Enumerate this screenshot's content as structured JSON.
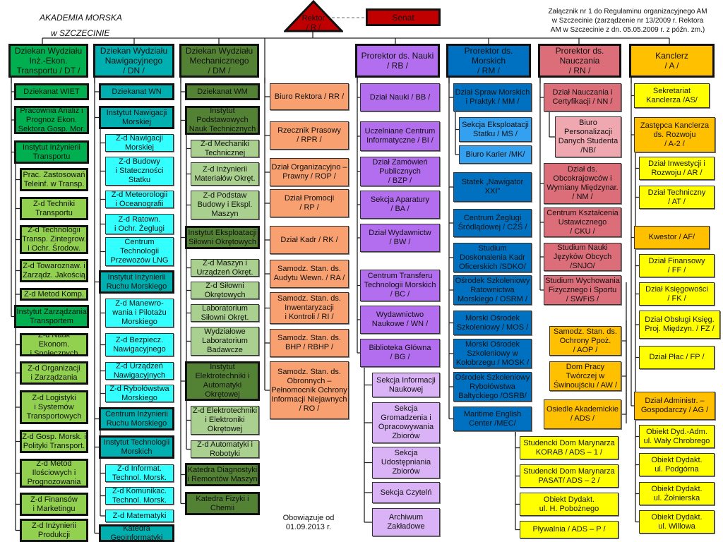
{
  "header": {
    "institution_line1": "AKADEMIA MORSKA",
    "institution_line2": "w SZCZECINIE",
    "rektor": "Rektor\n/ R /",
    "senat": "Senat",
    "note": "Załącznik nr 1 do Regulaminu organizacyjnego AM\nw Szczecinie (zarządzenie nr 13/2009 r. Rektora\nAM w Szczecinie z dn. 05.05.2009 r. z późn. zm.)"
  },
  "footer": "Obowiązuje od\n01.09.2013 r.",
  "colors": {
    "rektor": "#c00000",
    "dt": "#00b050",
    "dn": "#00b0b0",
    "dm": "#548235",
    "rr": "#f8a070",
    "rb": "#b36ef0",
    "rm": "#0070c0",
    "rn": "#dc6e7a",
    "ka": "#ffc000"
  },
  "units": [
    "Dziekan Wydziału\nInż.-Ekon.\nTransportu / DT /",
    "Dziekanat WIET",
    "Pracownia Analiz i\nPrognoz Ekon.\nSektora Gosp. Mor.",
    "Instytut Inżynierii\nTransportu",
    "Prac. Zastosowań\nTeleinf. w Transp.",
    "Z-d Techniki\nTransportu",
    "Z-d Technologii\nTransp. Zintegrow.\ni Ochr.  Środow.",
    "Z-d Towaroznaw. i\nZarządz. Jakością",
    "Z-d Metod Komp.",
    "Instytut Zarządzania\nTransportem",
    "Z-d Nauk Ekonom.\ni Społecznych",
    "Z-d Organizacji\ni Zarządzania",
    "Z-d Logistyki\ni Systemów\nTransportowych",
    "Z-d Gosp. Morsk. i\nPolityki Transport.",
    "Z-d Metod\nIlościowych i\nPrognozowania",
    "Z-d Finansów\ni Marketingu",
    "Z-d Inżynierii\nProdukcji",
    "Dziekan Wydziału\nNawigacyjnego\n/ DN /",
    "Dziekanat WN",
    "Instytut Nawigacji\nMorskiej",
    "Z-d Nawigacji\nMorskiej",
    "Z-d Budowy\ni Stateczności\nStatku",
    "Z-d Meteorologii\ni Oceanografii",
    "Z-d Ratown.\ni Ochr. Żeglugi",
    "Centrum\nTechnologii\nPrzewozów LNG",
    "Instytut Inżynierii\nRuchu Morskiego",
    "Z-d Manewro-\nwania i Pilotażu\nMorskiego",
    "Z-d Bezpiecz.\nNawigacyjnego",
    "Z-d Urządzeń\nNawigacyjnych",
    "Z-d Rybołówstwa\nMorskiego",
    "Centrum Inżynierii\nRuchu Morskiego",
    "Instytut Technologii\nMorskich",
    "Z-d Informat.\nTechnol. Morsk.",
    "Z-d Komunikac.\nTechnol. Morsk.",
    "Z-d Matematyki",
    "Katedra\nGeoinformatyki",
    "Dziekan Wydziału\nMechanicznego\n/ DM /",
    "Dziekanat WM",
    "Instytut\nPodstawowych\nNauk Technicznych",
    "Z-d Mechaniki\nTechnicznej",
    "Z-d Inżynierii\nMateriałów Okręt.",
    "Z-d Podstaw\nBudowy i Ekspl.\nMaszyn",
    "Instytut Eksploatacji\nSiłowni Okrętowych",
    "Z-d Maszyn i\nUrządzeń Okręt.",
    "Z-d Siłowni\nOkrętowych",
    "Laboratorium\nSiłowni Okręt.",
    "Wydziałowe\nLaboratorium\nBadawcze",
    "Instytut\nElektrotechniki i\nAutomatyki\nOkrętowej",
    "Z-d Elektrotechniki\ni Elektroniki\nOkrętowej",
    "Z-d Automatyki i\nRobotyki",
    "Katedra Diagnostyki\ni Remontów Maszyn",
    "Katedra Fizyki i\nChemii",
    "Biuro Rektora / RR /",
    "Rzecznik Prasowy\n/ RPR /",
    "Dział Organizacyjno –\nPrawny / ROP /",
    "Dział Promocji\n/ RP /",
    "Dział Kadr / RK /",
    "Samodz. Stan. ds.\nAudytu Wewn. / RA /",
    "Samodz. Stan. ds.\nInwentaryzacji\ni Kontroli / RI /",
    "Samodz. Stan. ds.\nBHP / RBHP /",
    "Samodz. Stan. ds.\nObronnych –\nPełnomocnik Ochrony\nInformacji Niejawnych\n/ RO /",
    "Prorektor ds. Nauki\n/ RB /",
    "Dział Nauki  / BB /",
    "Uczelniane Centrum\nInformatyczne  / BI /",
    "Dział Zamówień\nPublicznych\n/ BZP /",
    "Sekcja Aparatury\n/ BA /",
    "Dział  Wydawnictw\n/ BW /",
    "Centrum Transferu\nTechnologii Morskich\n/ BC /",
    "Wydawnictwo\nNaukowe  / WN /",
    "Biblioteka Główna\n/ BG /",
    "Sekcja Informacji\nNaukowej",
    "Sekcja\nGromadzenia i\nOpracowywania\nZbiorów",
    "Sekcja\nUdostępniania\nZbiorów",
    "Sekcja Czytelń",
    "Archiwum\nZakładowe",
    "Prorektor ds. Morskich\n/ RM /",
    "Dział Spraw Morskich\ni Praktyk / MM /",
    "Sekcja Eksploatacji\nStatku / MS /",
    "Biuro Karier /MK/",
    "Statek „Nawigator\nXXI\"",
    "Centrum Żeglugi\nŚródlądowej / CŻŚ /",
    "Studium\nDoskonalenia Kadr\nOficerskich /SDKO/",
    "Ośrodek Szkoleniowy\nRatownictwa\nMorskiego / OSRM /",
    "Morski Ośrodek\nSzkoleniowy / MOS /",
    "Morski Ośrodek\nSzkoleniowy w\nKołobrzegu / MOSK /",
    "Ośrodek Szkoleniowy\nRybołówstwa\nBałtyckiego /OSRB/",
    "Maritime English\nCenter /MEC/",
    "Prorektor ds.\nNauczania\n/ RN /",
    "Dział Nauczania i\nCertyfikacji / NN /",
    "Biuro\nPersonalizacji\nDanych Studenta\n/NB/",
    "Dział ds.\nObcokrajowców i\nWymiany Międzynar.\n/ NM /",
    "Centrum Kształcenia\nUstawicznego\n/ CKU /",
    "Studium Nauki\nJęzyków Obcych\n/SNJO/",
    "Studium Wychowania\nFizycznego i Sportu\n/ SWFiS /",
    "Kanclerz\n/ A /",
    "Sekretariat\nKanclerza /AS/",
    "Zastępca Kanclerza\nds. Rozwoju\n/ A-2 /",
    "Dział Inwestycji i\nRozwoju / AR /",
    "Dział Techniczny\n/ AT /",
    "Kwestor / AF/",
    "Dział Finansowy\n/ FF /",
    "Dział Księgowości\n/ FK /",
    "Dział Obsługi Księg.\nProj. Międzyn. / FZ /",
    "Dział Płac / FP /",
    "Dział Administr. –\nGospodarczy / AG /",
    "Obiekt Dyd.-Adm.\nul. Wały Chrobrego",
    "Obiekt Dydakt.\nul. Podgórna",
    "Obiekt Dydakt.\nul. Żołnierska",
    "Obiekt Dydakt.\nul.  Willowa",
    "Samodz. Stan. ds.\nOchrony Ppoż.\n/ AOP /",
    "Dom Pracy\nTwórczej w\nŚwinoujściu / AW /",
    "Osiedle Akademickie\n/ ADS /",
    "Studencki Dom Marynarza\nKORAB / ADS – 1 /",
    "Studencki Dom Marynarza\nPASAT/ ADS – 2 /",
    "Obiekt Dydakt.\nul. H. Pobożnego",
    "Pływalnia / ADS – P /"
  ]
}
